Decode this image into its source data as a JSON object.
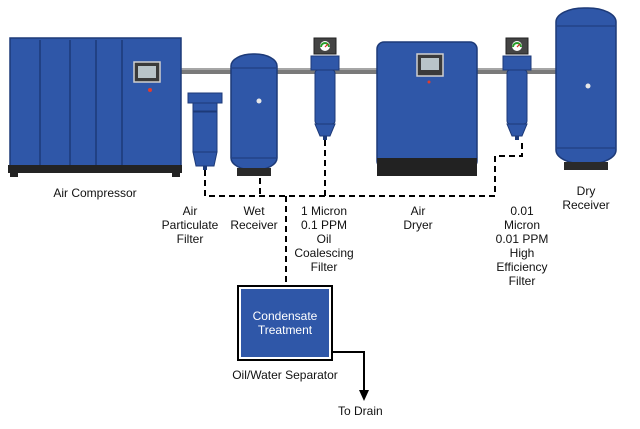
{
  "colors": {
    "equipment_blue": "#2f57a8",
    "equipment_dark": "#1f3f82",
    "pipe_gray": "#6f6f6f",
    "line_black": "#000000"
  },
  "components": [
    {
      "id": "compressor",
      "label": "Air Compressor",
      "icon": "air-compressor"
    },
    {
      "id": "particulate",
      "label": "Air\nParticulate\nFilter",
      "icon": "particulate-filter"
    },
    {
      "id": "wet_receiver",
      "label": "Wet\nReceiver",
      "icon": "wet-receiver-tank"
    },
    {
      "id": "coalescing",
      "label": "1 Micron\n0.1 PPM\nOil\nCoalescing\nFilter",
      "icon": "coalescing-filter"
    },
    {
      "id": "dryer",
      "label": "Air\nDryer",
      "icon": "air-dryer"
    },
    {
      "id": "hef",
      "label": "0.01\nMicron\n0.01 PPM\nHigh\nEfficiency\nFilter",
      "icon": "high-efficiency-filter"
    },
    {
      "id": "dry_receiver",
      "label": "Dry\nReceiver",
      "icon": "dry-receiver-tank"
    }
  ],
  "separator": {
    "box_label": "Condensate\nTreatment",
    "caption": "Oil/Water Separator"
  },
  "drain": {
    "label": "To Drain",
    "icon": "arrow-down-icon"
  }
}
